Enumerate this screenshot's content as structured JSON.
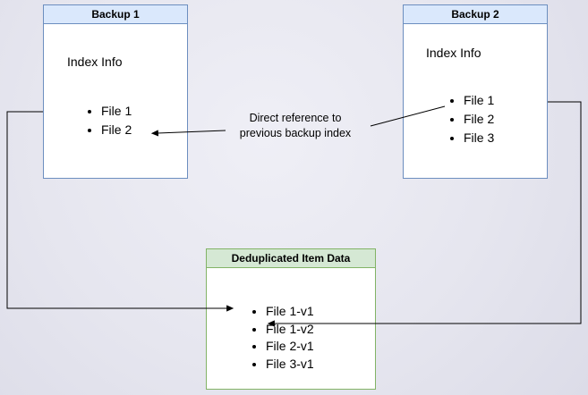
{
  "backup1": {
    "title": "Backup 1",
    "subtitle": "Index Info",
    "items": [
      "File 1",
      "File 2"
    ]
  },
  "backup2": {
    "title": "Backup 2",
    "subtitle": "Index Info",
    "items": [
      "File 1",
      "File 2",
      "File 3"
    ]
  },
  "dedup": {
    "title": "Deduplicated Item Data",
    "items": [
      "File 1-v1",
      "File 1-v2",
      "File 2-v1",
      "File 3-v1"
    ]
  },
  "annotation": {
    "line1": "Direct reference to",
    "line2": "previous backup index"
  },
  "colors": {
    "blue_fill": "#dae8fc",
    "blue_border": "#6c8ebf",
    "green_fill": "#d5e8d4",
    "green_border": "#82b366",
    "box_body": "#ffffff",
    "arrow": "#000000"
  },
  "icons": {
    "arrowhead": "triangle-right"
  }
}
